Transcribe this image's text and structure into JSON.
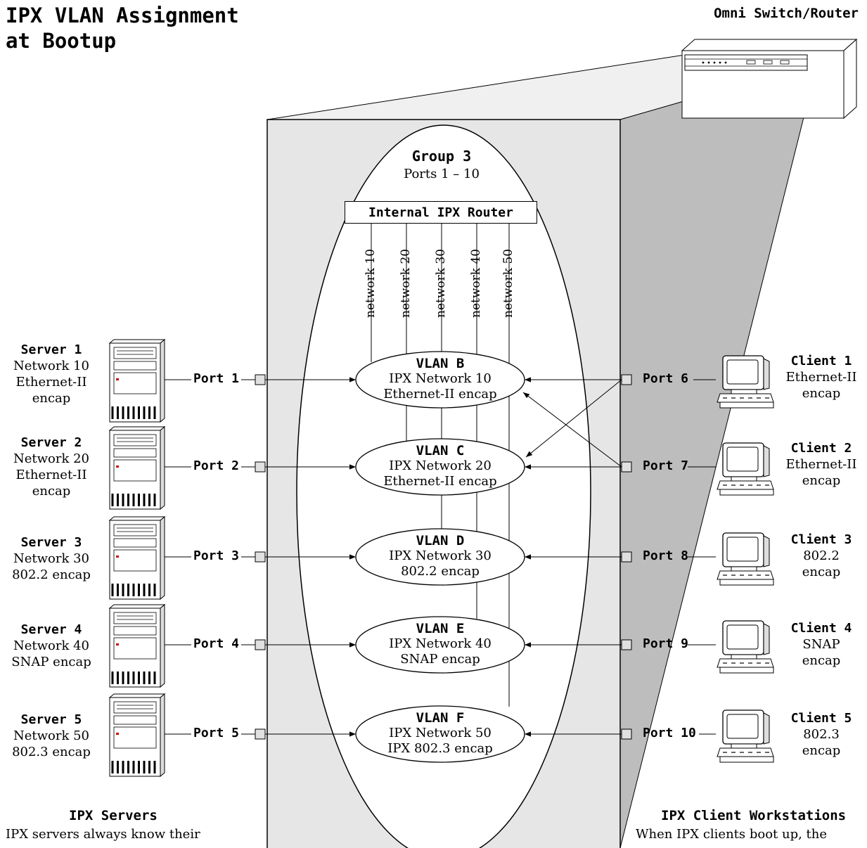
{
  "title": {
    "line1": "IPX VLAN Assignment",
    "line2": "at Bootup"
  },
  "switch_label": "Omni Switch/Router",
  "group": {
    "name": "Group 3",
    "ports": "Ports 1 – 10"
  },
  "router_label": "Internal IPX Router",
  "networks": [
    "network 10",
    "network 20",
    "network 30",
    "network 40",
    "network 50"
  ],
  "vlans": [
    {
      "name": "VLAN B",
      "line1": "IPX Network 10",
      "line2": "Ethernet-II encap"
    },
    {
      "name": "VLAN C",
      "line1": "IPX Network 20",
      "line2": "Ethernet-II encap"
    },
    {
      "name": "VLAN D",
      "line1": "IPX Network 30",
      "line2": "802.2 encap"
    },
    {
      "name": "VLAN E",
      "line1": "IPX Network 40",
      "line2": "SNAP encap"
    },
    {
      "name": "VLAN F",
      "line1": "IPX Network 50",
      "line2": "IPX 802.3 encap"
    }
  ],
  "servers": [
    {
      "name": "Server 1",
      "lines": [
        "Network 10",
        "Ethernet-II",
        "encap"
      ],
      "port": "Port 1"
    },
    {
      "name": "Server 2",
      "lines": [
        "Network 20",
        "Ethernet-II",
        "encap"
      ],
      "port": "Port 2"
    },
    {
      "name": "Server 3",
      "lines": [
        "Network 30",
        "802.2 encap"
      ],
      "port": "Port 3"
    },
    {
      "name": "Server 4",
      "lines": [
        "Network 40",
        "SNAP encap"
      ],
      "port": "Port 4"
    },
    {
      "name": "Server 5",
      "lines": [
        "Network 50",
        "802.3 encap"
      ],
      "port": "Port 5"
    }
  ],
  "clients": [
    {
      "name": "Client 1",
      "lines": [
        "Ethernet-II",
        "encap"
      ],
      "port": "Port 6"
    },
    {
      "name": "Client 2",
      "lines": [
        "Ethernet-II",
        "encap"
      ],
      "port": "Port 7"
    },
    {
      "name": "Client 3",
      "lines": [
        "802.2",
        "encap"
      ],
      "port": "Port 8"
    },
    {
      "name": "Client 4",
      "lines": [
        "SNAP",
        "encap"
      ],
      "port": "Port 9"
    },
    {
      "name": "Client 5",
      "lines": [
        "802.3",
        "encap"
      ],
      "port": "Port 10"
    }
  ],
  "servers_heading": "IPX Servers",
  "servers_text": "IPX servers always know their",
  "clients_heading": "IPX Client Workstations",
  "clients_text": "When IPX clients boot up, the"
}
